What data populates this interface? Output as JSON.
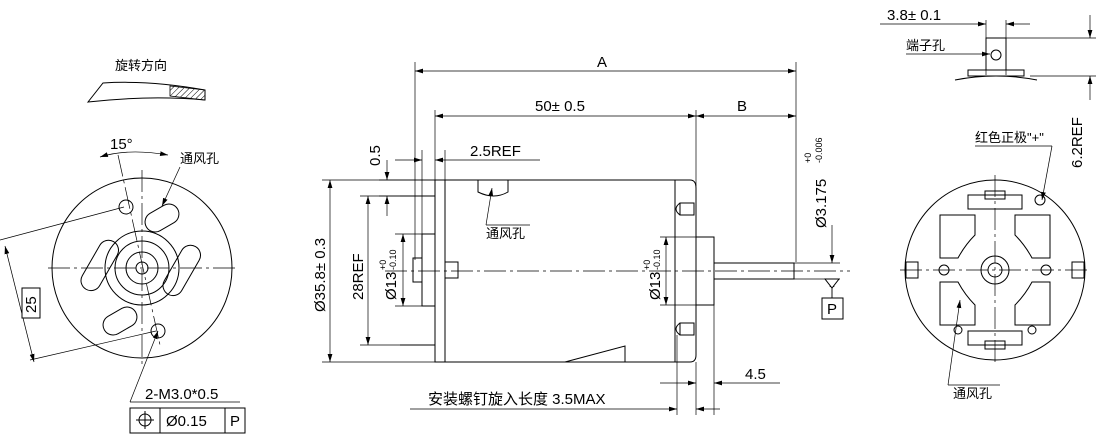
{
  "labels": {
    "rotation_direction": "旋转方向",
    "angle_15": "15°",
    "vent_hole": "通风孔",
    "dim_25": "25",
    "mount_holes": "2-M3.0*0.5",
    "fcf_tol": "Ø0.15",
    "fcf_datum": "P",
    "dim_a": "A",
    "dim_b": "B",
    "dim_length": "50± 0.5",
    "dim_2_5ref": "2.5REF",
    "dim_0_5": "0.5",
    "dim_body_dia": "Ø35.8± 0.3",
    "dim_28ref": "28REF",
    "dim_boss_left": "Ø13",
    "dim_boss_right": "Ø13",
    "tol_boss_up": "+0",
    "tol_boss_down": "-0.10",
    "dim_shaft": "Ø3.175",
    "tol_shaft_up": "+0",
    "tol_shaft_down": "-0.006",
    "datum_p": "P",
    "dim_4_5": "4.5",
    "screw_depth": "安装螺钉旋入长度 3.5MAX",
    "dim_3_8": "3.8± 0.1",
    "terminal_hole": "端子孔",
    "red_positive": "红色正极\"+\"",
    "dim_6_2ref": "6.2REF",
    "vent_hole_right": "通风孔"
  }
}
